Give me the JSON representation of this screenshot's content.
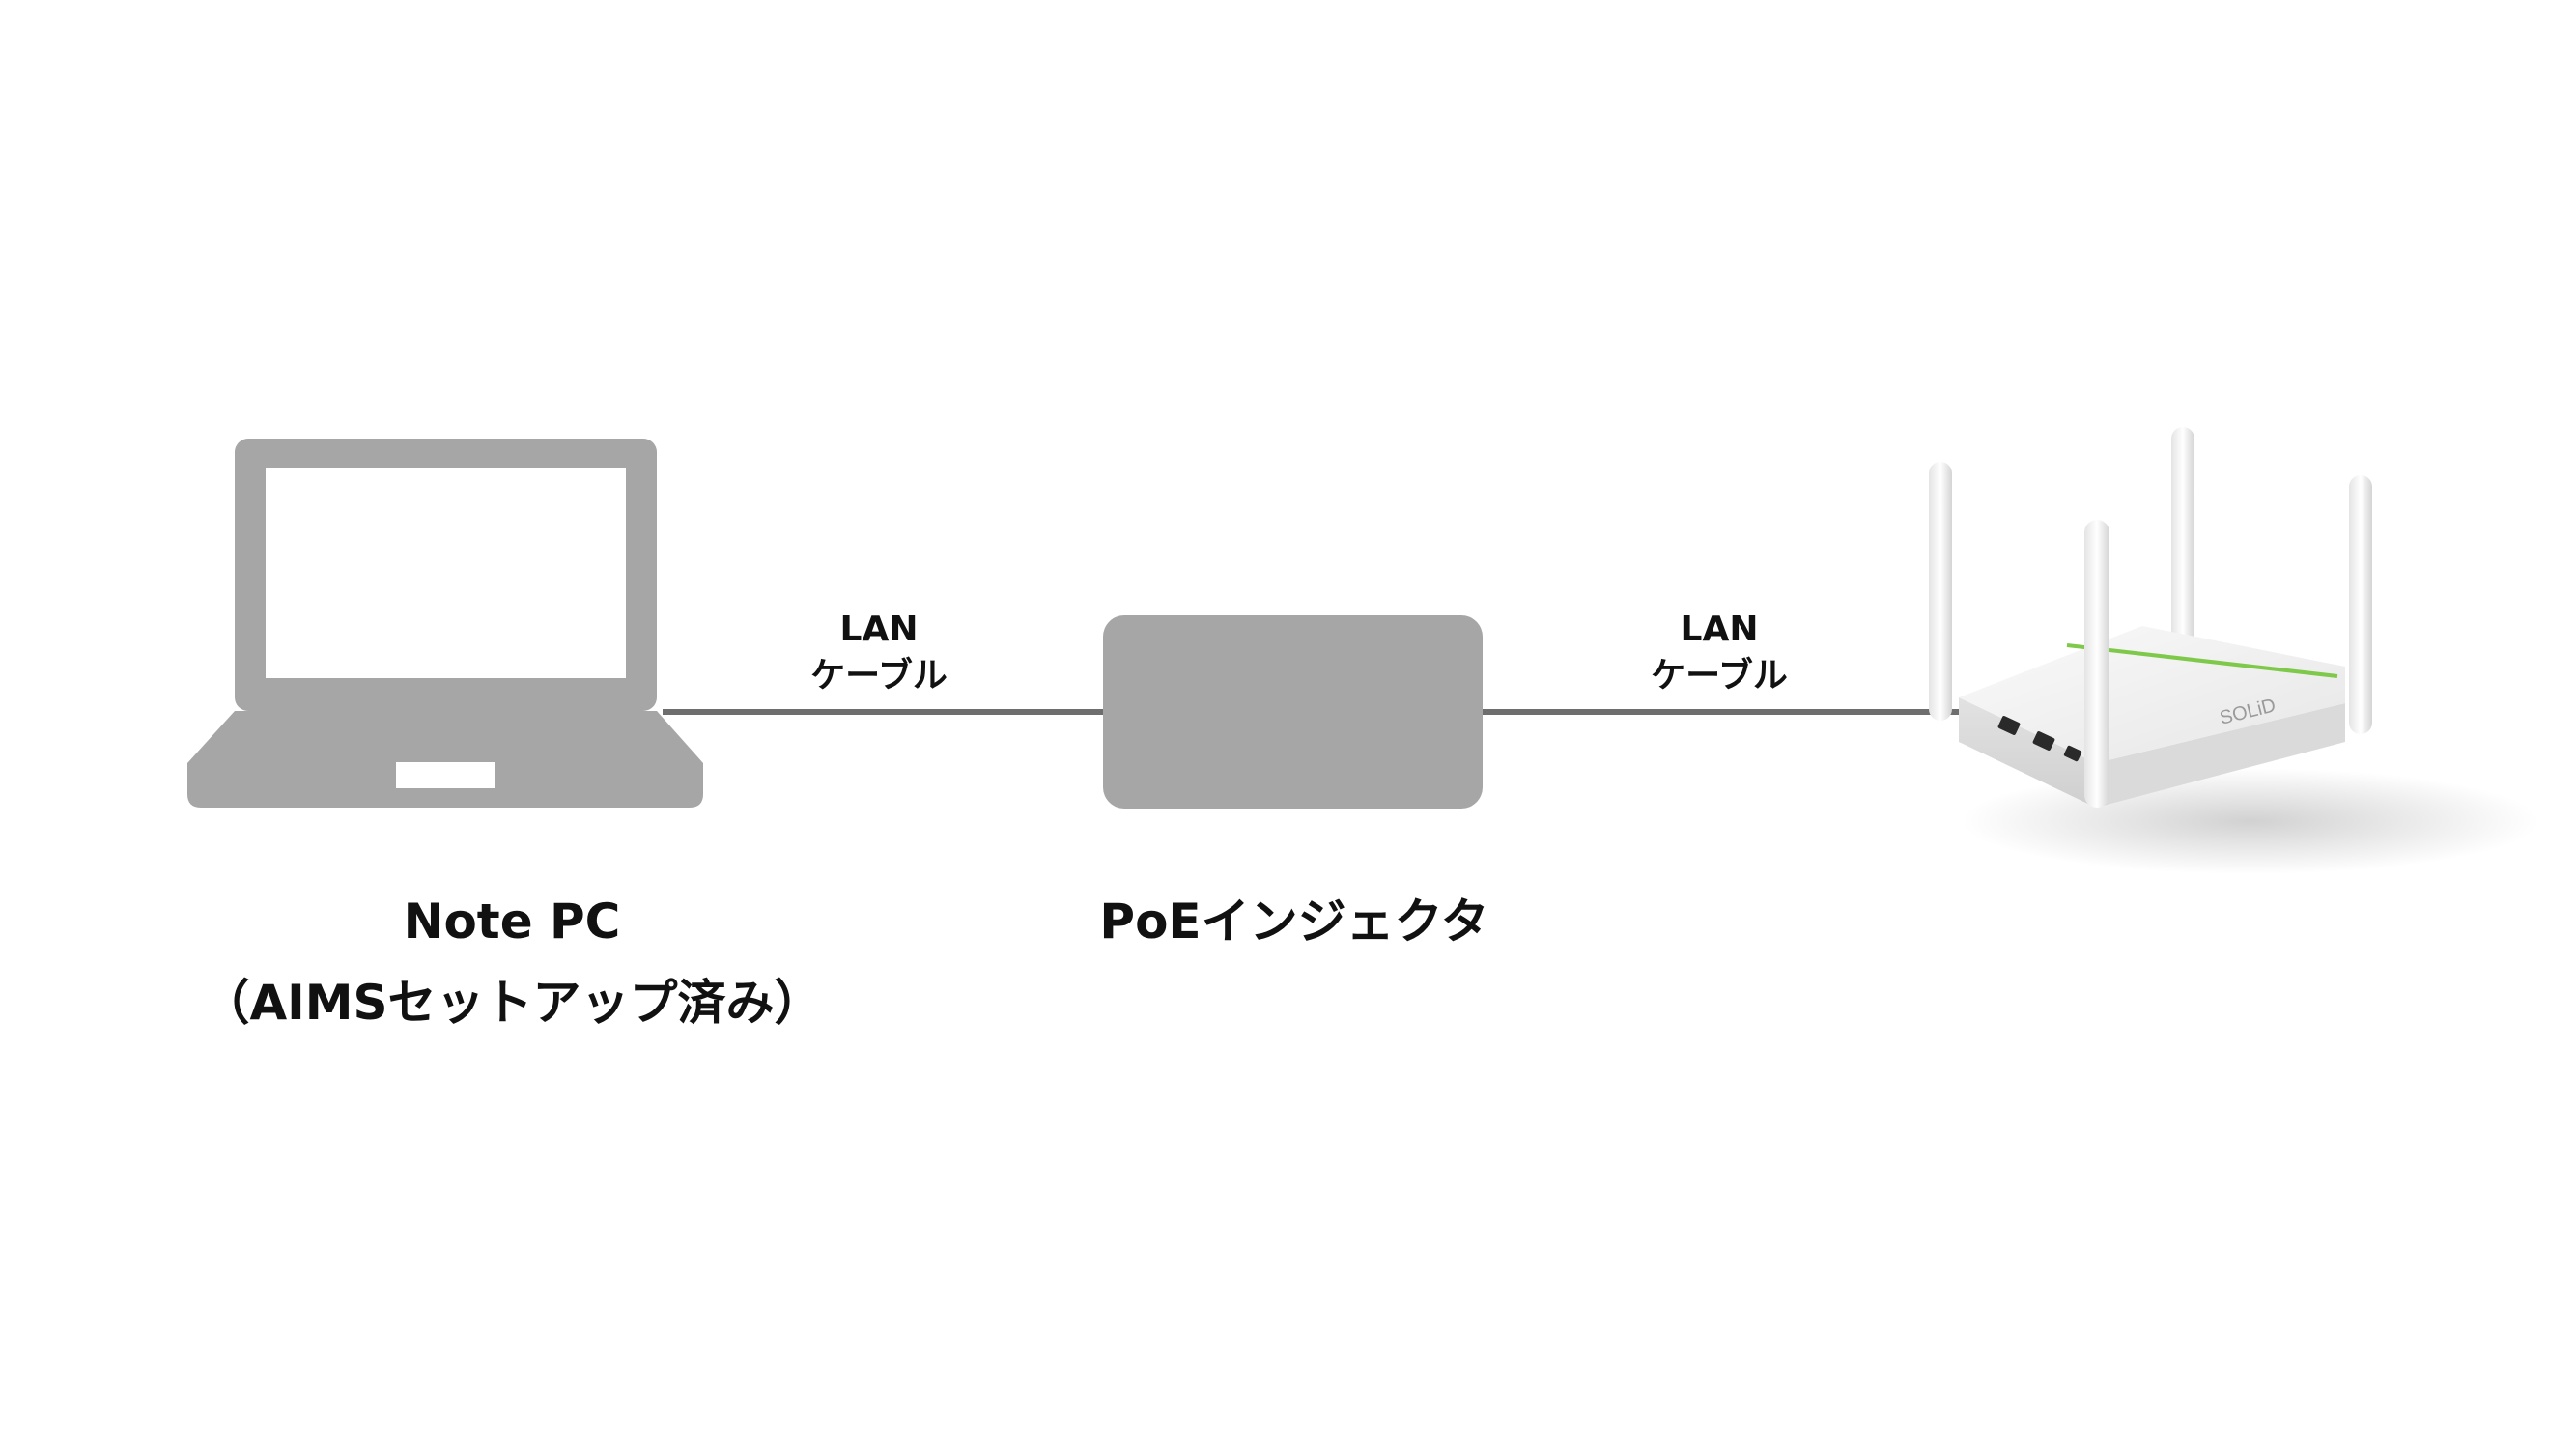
{
  "nodes": {
    "laptop": {
      "icon": "laptop-icon",
      "label_line1": "Note PC",
      "label_line2": "（AIMSセットアップ済み）"
    },
    "poe_injector": {
      "icon": "poe-injector-box",
      "label": "PoEインジェクタ"
    },
    "access_point": {
      "icon": "wireless-router-icon",
      "brand_text": "SOLiD"
    }
  },
  "edges": [
    {
      "from": "laptop",
      "to": "poe_injector",
      "label_line1": "LAN",
      "label_line2": "ケーブル"
    },
    {
      "from": "poe_injector",
      "to": "access_point",
      "label_line1": "LAN",
      "label_line2": "ケーブル"
    }
  ],
  "colors": {
    "device_gray": "#a6a6a6",
    "cable": "#6e6e6e",
    "text": "#111111",
    "router_body": "#f1f1f1",
    "router_accent": "#7ec94a"
  }
}
